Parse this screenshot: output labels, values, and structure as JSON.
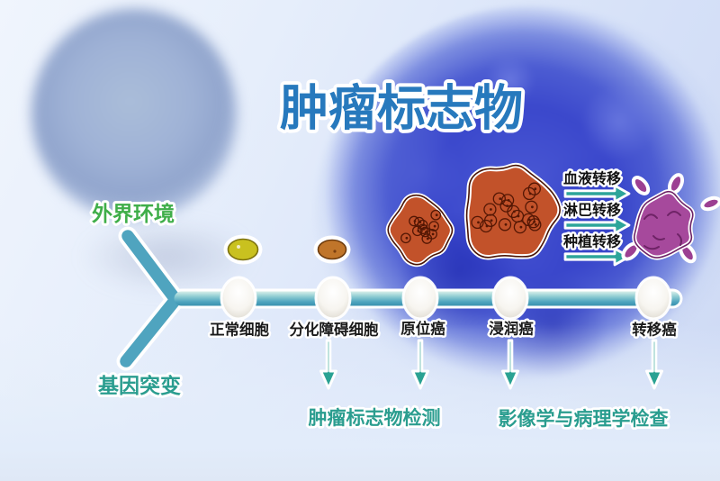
{
  "title": "肿瘤标志物",
  "left_labels": {
    "environment": "外界环境",
    "mutation": "基因突变"
  },
  "stages": [
    {
      "label": "正常细胞"
    },
    {
      "label": "分化障碍细胞"
    },
    {
      "label": "原位癌"
    },
    {
      "label": "浸润癌"
    },
    {
      "label": "转移癌"
    }
  ],
  "metastasis_routes": [
    {
      "label": "血液转移"
    },
    {
      "label": "淋巴转移"
    },
    {
      "label": "种植转移"
    }
  ],
  "detections": [
    {
      "label": "肿瘤标志物检测"
    },
    {
      "label": "影像学与病理学检查"
    }
  ],
  "colors": {
    "title_blue": "#2779bd",
    "environment_green": "#3fae49",
    "teal_text": "#2a9d8f",
    "timeline_teal": "#4fa4bf",
    "arrow_teal": "#2da59a",
    "normal_cell_yellow": "#c9c11f",
    "disorder_cell_orange": "#c0752a",
    "carcinoma_red": "#c2522a",
    "metastatic_purple": "#a6499c",
    "tumor_cell_blue": "#3b48cc"
  }
}
